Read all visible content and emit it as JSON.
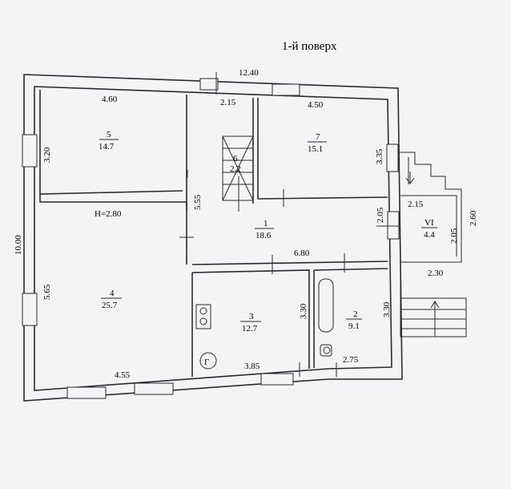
{
  "title": "1-й поверх",
  "height_label": "H=2.80",
  "rooms": [
    {
      "num": "1",
      "area": "18.6"
    },
    {
      "num": "2",
      "area": "9.1"
    },
    {
      "num": "3",
      "area": "12.7"
    },
    {
      "num": "4",
      "area": "25.7"
    },
    {
      "num": "5",
      "area": "14.7"
    },
    {
      "num": "6",
      "area": "2.2"
    },
    {
      "num": "7",
      "area": "15.1"
    },
    {
      "num": "VI",
      "area": "4.4"
    }
  ],
  "dimensions": {
    "overall_width": "12.40",
    "overall_height": "10.00",
    "r5_width": "4.60",
    "r5_height": "3.20",
    "r6_width": "2.15",
    "r7_width": "4.50",
    "r7_height": "3.35",
    "hall_height": "5.55",
    "hall_width": "6.80",
    "r1_right_height": "2.05",
    "r4_height": "5.65",
    "r4_width": "4.55",
    "r3_width": "3.85",
    "r3_height": "3.30",
    "r2_height": "3.30",
    "r2_width": "2.75",
    "porch_width": "2.15",
    "porch_height": "2.05",
    "porch_outer_height": "2.60",
    "porch_bottom_width": "2.30"
  },
  "boiler_symbol": "Г"
}
